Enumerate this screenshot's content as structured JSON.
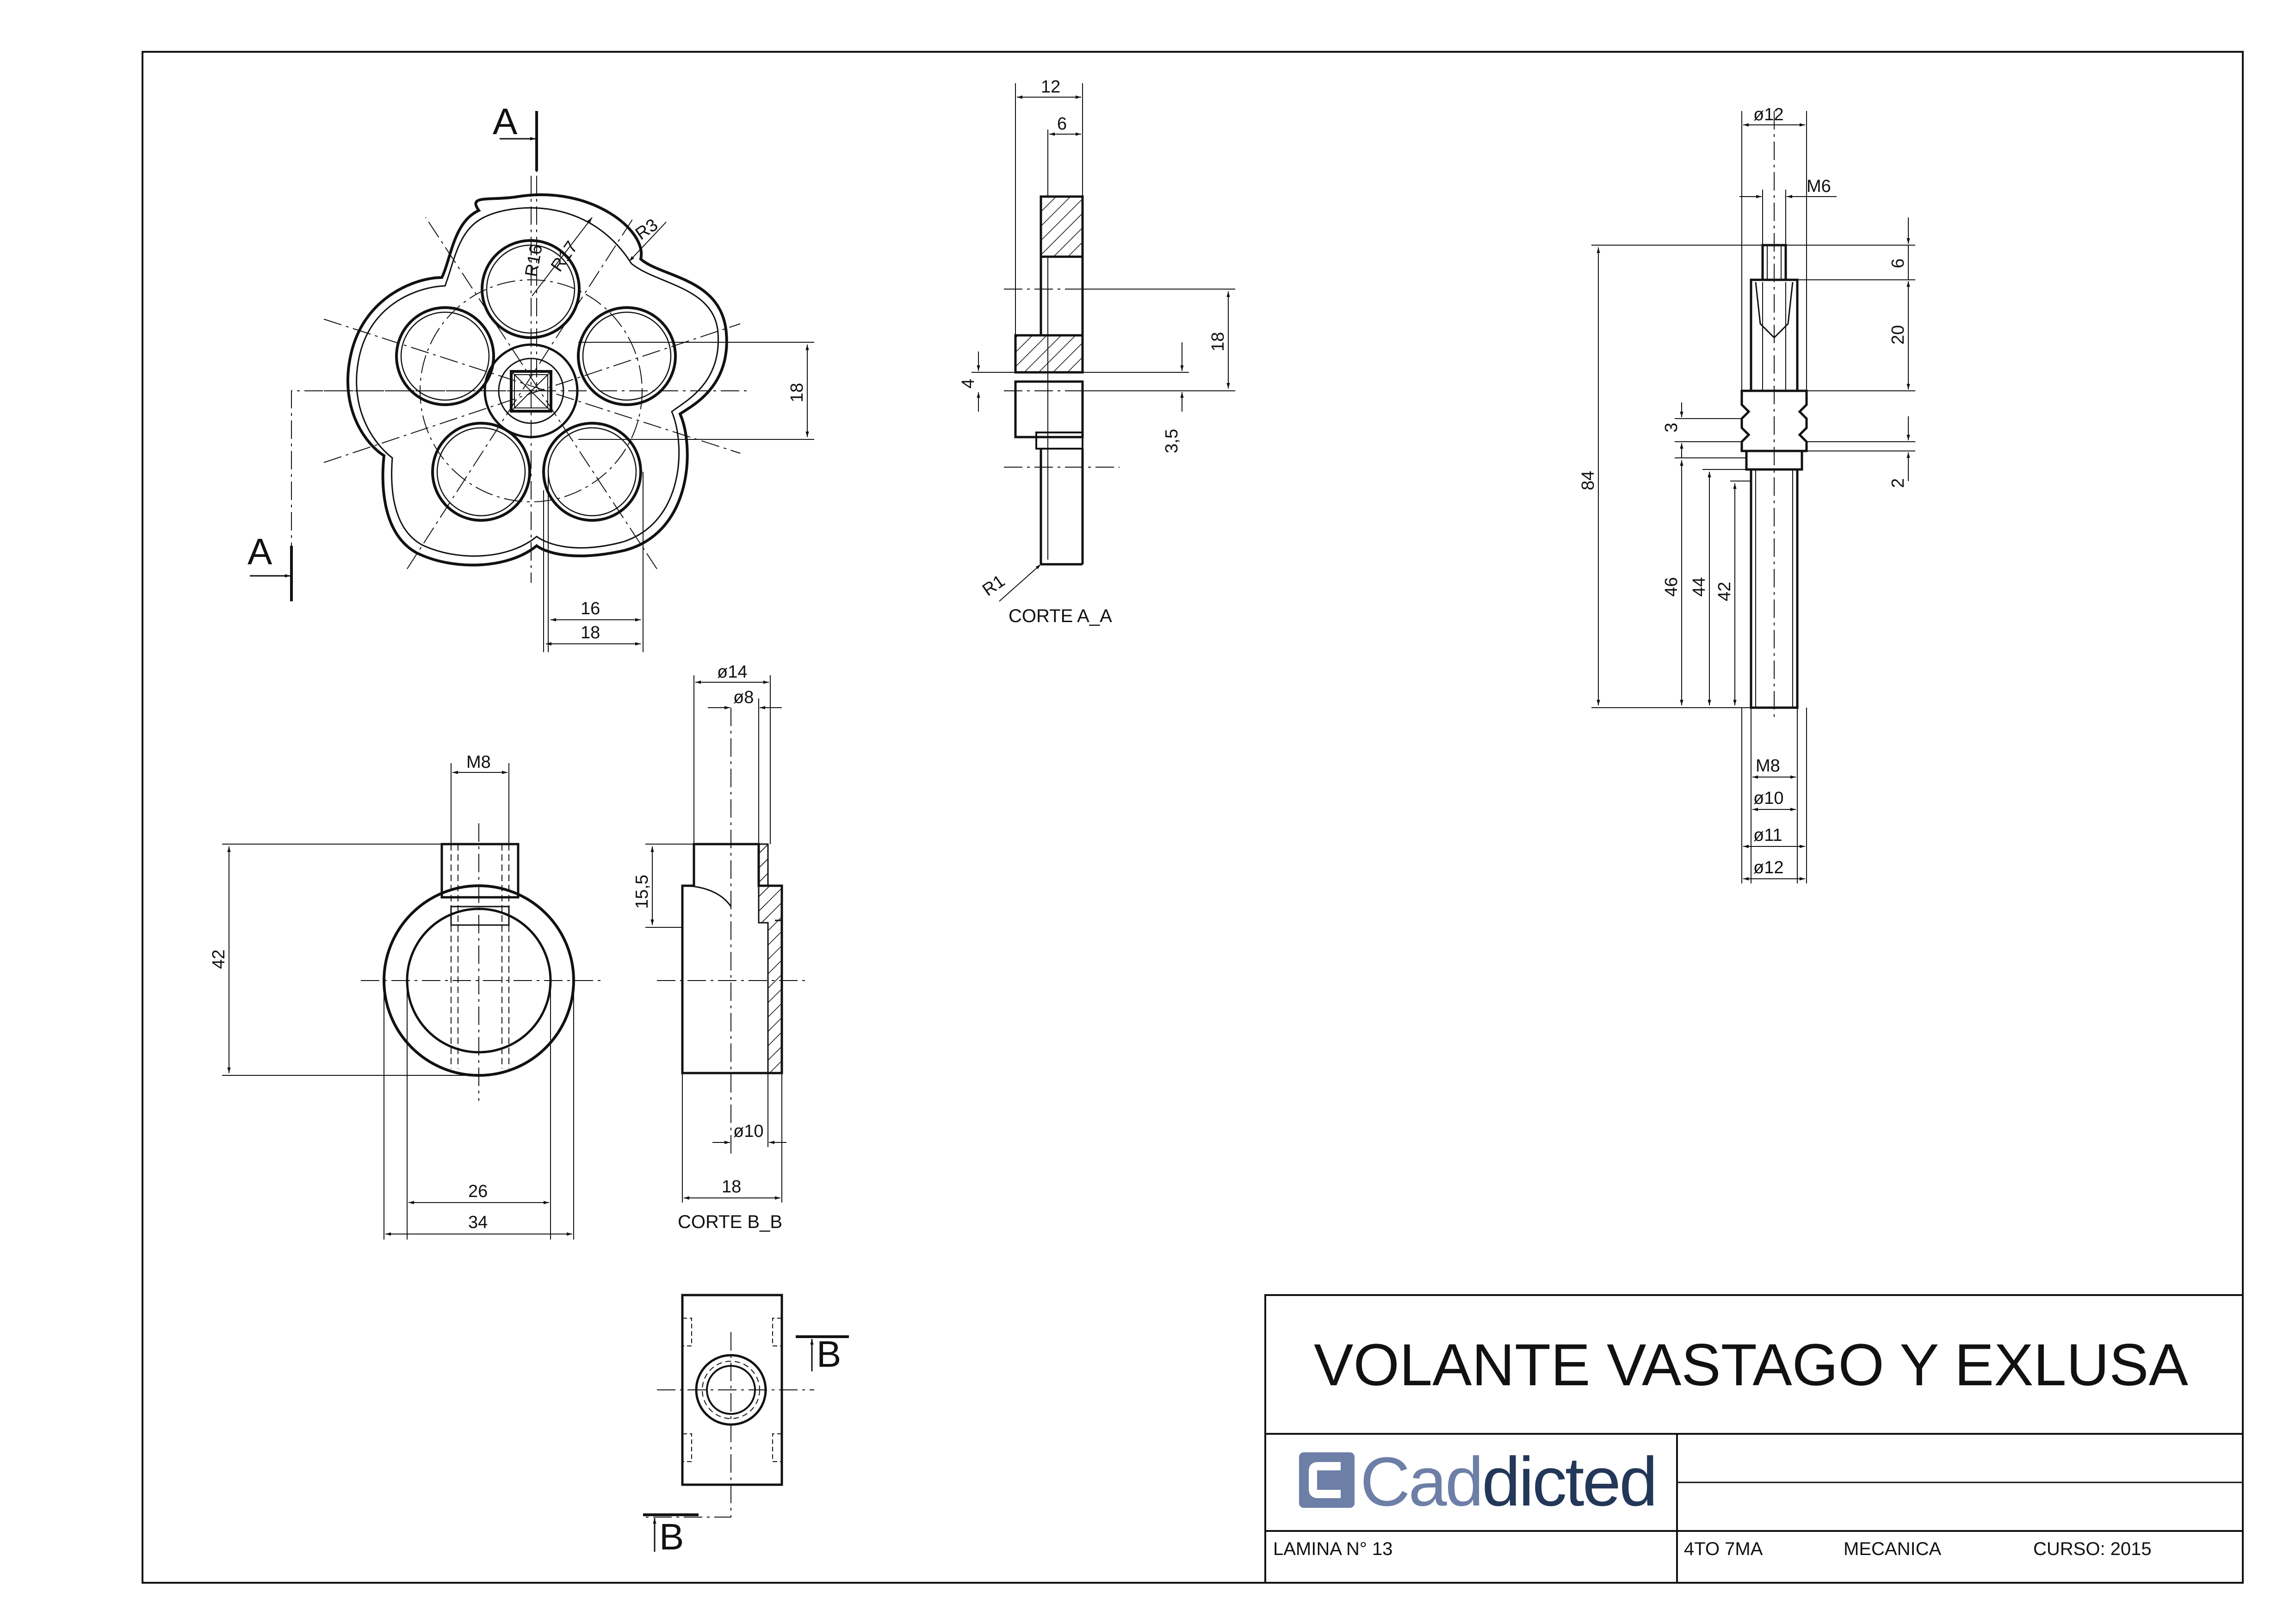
{
  "title_block": {
    "title": "VOLANTE VASTAGO Y EXLUSA",
    "logo_part1": "Cad",
    "logo_part2": "dicted",
    "sheet_label": "LAMINA N° 13",
    "course": "4TO  7MA",
    "department": "MECANICA",
    "year": "CURSO: 2015"
  },
  "colors": {
    "line": "#111111",
    "logo_light": "#6d7fa6",
    "logo_dark": "#233758"
  },
  "icons": {
    "logo_mark": "square-c-icon"
  },
  "views": {
    "handwheel_front": {
      "section_marker": "A",
      "dims": [
        "R16",
        "R17",
        "R3",
        "18",
        "16",
        "18"
      ]
    },
    "section_a": {
      "caption": "CORTE A_A",
      "dims": [
        "12",
        "6",
        "18",
        "4",
        "3,5",
        "R1"
      ]
    },
    "stem": {
      "dims": [
        "ø12",
        "M6",
        "6",
        "20",
        "3",
        "2",
        "84",
        "46",
        "44",
        "42",
        "M8",
        "ø10",
        "ø11",
        "ø12"
      ]
    },
    "nut_front": {
      "dims": [
        "M8",
        "42",
        "26",
        "34"
      ]
    },
    "section_b": {
      "caption": "CORTE B_B",
      "dims": [
        "ø14",
        "ø8",
        "15,5",
        "ø10",
        "18"
      ]
    },
    "nut_top": {
      "section_marker": "B"
    }
  }
}
